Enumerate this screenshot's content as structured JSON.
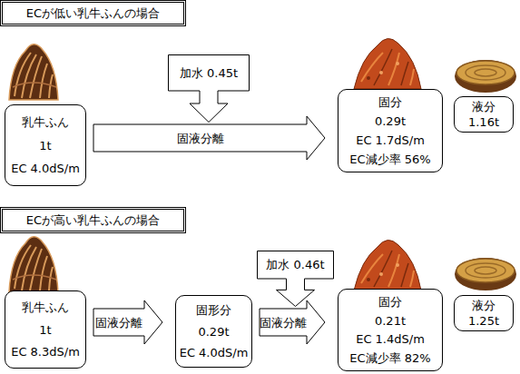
{
  "diagram": {
    "nodes": [
      {
        "text": [
          "ECが低い乳牛ふんの場合"
        ]
      },
      {
        "text": [
          "乳牛ふん",
          "1t",
          "EC 4.0dS/m"
        ]
      },
      {
        "text": [
          "加水 0.45t"
        ]
      },
      {
        "text": [
          "固分",
          "0.29t",
          "EC 1.7dS/m",
          "EC減少率 56%"
        ]
      },
      {
        "text": [
          "液分",
          "1.16t"
        ]
      },
      {
        "text": [
          "ECが高い乳牛ふんの場合"
        ]
      },
      {
        "text": [
          "乳牛ふん",
          "1t",
          "EC 8.3dS/m"
        ]
      },
      {
        "text": [
          "固形分",
          "0.29t",
          "EC 4.0dS/m"
        ]
      },
      {
        "text": [
          "加水 0.46t"
        ]
      },
      {
        "text": [
          "固分",
          "0.21t",
          "EC 1.4dS/m",
          "EC減少率 82%"
        ]
      },
      {
        "text": [
          "液分",
          "1.25t"
        ]
      }
    ],
    "edges": [
      {
        "from": 1,
        "to": 3,
        "arrow": "to",
        "label": "固液分離"
      },
      {
        "from": 6,
        "to": 7,
        "arrow": "to",
        "label": "固液分離"
      },
      {
        "from": 7,
        "to": 9,
        "arrow": "to",
        "label": "固液分離"
      }
    ]
  }
}
